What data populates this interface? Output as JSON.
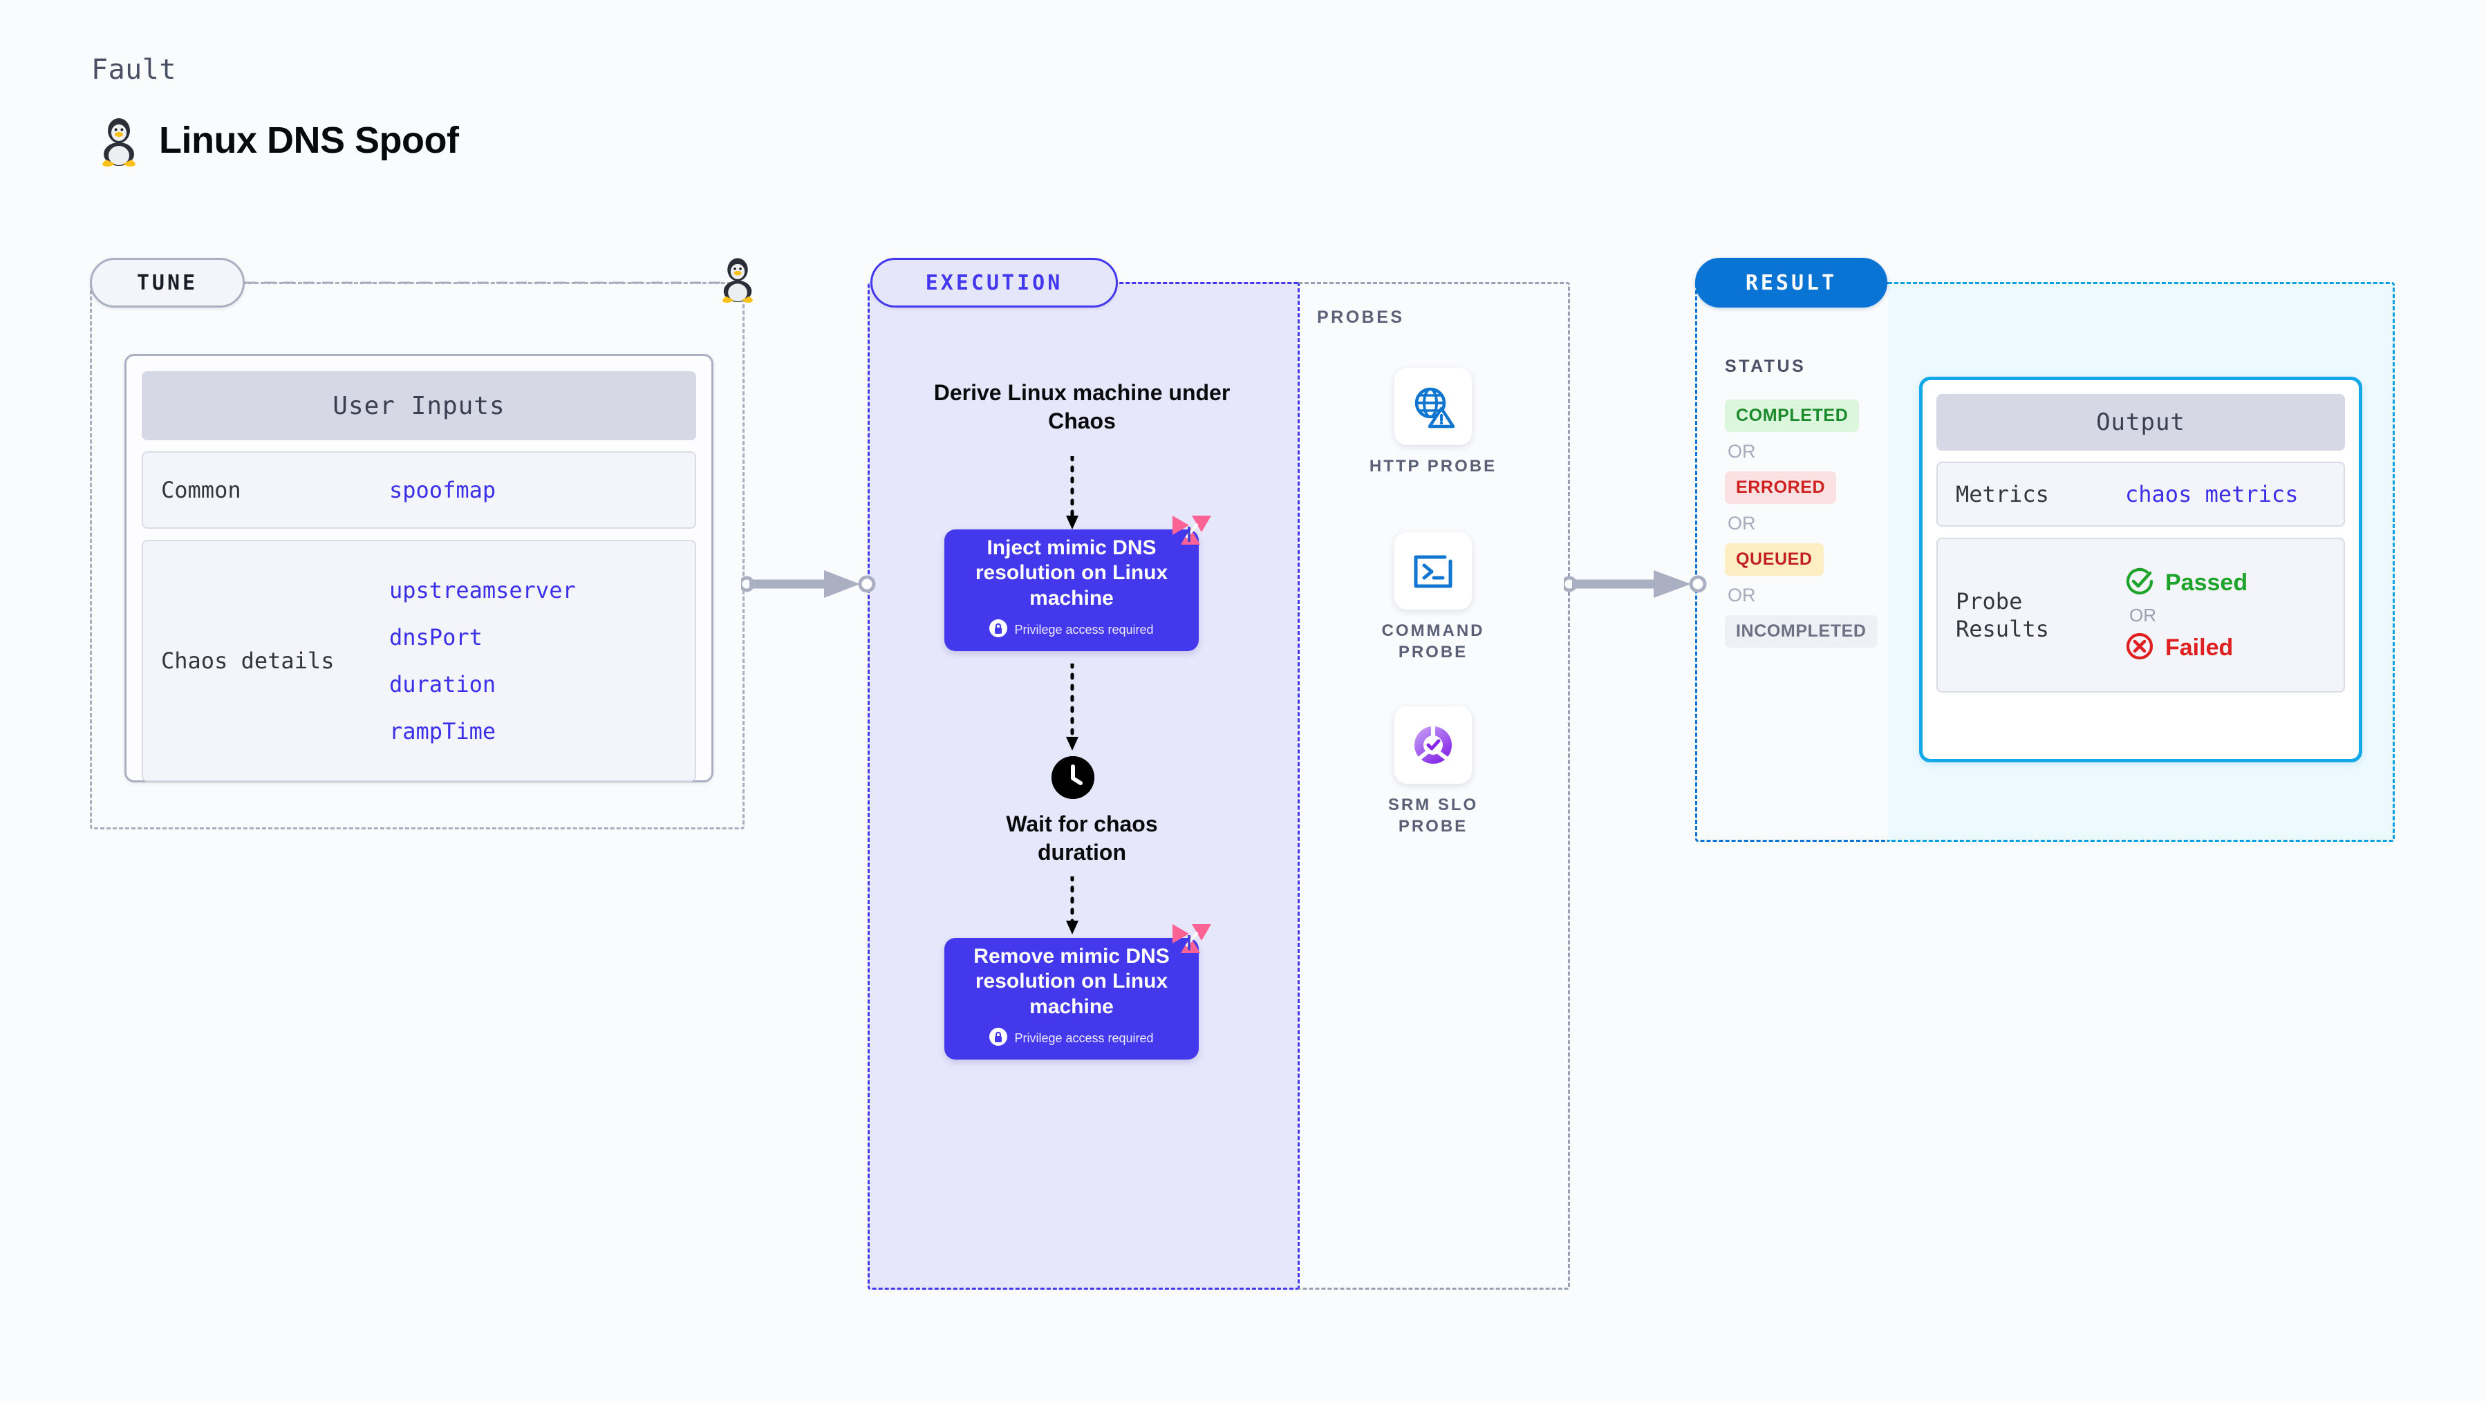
{
  "header": {
    "eyebrow": "Fault",
    "title": "Linux DNS Spoof",
    "icon": "tux-penguin-icon"
  },
  "tune": {
    "pill_label": "TUNE",
    "card_header": "User Inputs",
    "rows": [
      {
        "key": "Common",
        "values": [
          "spoofmap"
        ]
      },
      {
        "key": "Chaos details",
        "values": [
          "upstreamserver",
          "dnsPort",
          "duration",
          "rampTime"
        ]
      }
    ]
  },
  "execution": {
    "pill_label": "EXECUTION",
    "step_derive": "Derive Linux machine under Chaos",
    "step_wait": "Wait for chaos duration",
    "actions": [
      {
        "title": "Inject mimic DNS resolution on Linux machine",
        "note": "Privilege access required"
      },
      {
        "title": "Remove mimic DNS resolution on Linux machine",
        "note": "Privilege access required"
      }
    ]
  },
  "probes": {
    "label": "PROBES",
    "items": [
      {
        "label": "HTTP PROBE",
        "icon": "globe-warning-icon"
      },
      {
        "label": "COMMAND PROBE",
        "icon": "terminal-icon"
      },
      {
        "label": "SRM SLO PROBE",
        "icon": "slo-donut-check-icon"
      }
    ]
  },
  "result": {
    "pill_label": "RESULT",
    "status_label": "STATUS",
    "or_label": "OR",
    "statuses": [
      {
        "label": "COMPLETED",
        "style": "b-completed"
      },
      {
        "label": "ERRORED",
        "style": "b-errored"
      },
      {
        "label": "QUEUED",
        "style": "b-queued"
      },
      {
        "label": "INCOMPLETED",
        "style": "b-incompleted"
      }
    ]
  },
  "output": {
    "card_header": "Output",
    "metrics_key": "Metrics",
    "metrics_value": "chaos metrics",
    "probe_key": "Probe Results",
    "probe_pass": "Passed",
    "probe_fail": "Failed",
    "or_label": "OR"
  },
  "colors": {
    "accent_indigo": "#4338ec",
    "accent_blue": "#0a74d4",
    "accent_cyan": "#13a8e8",
    "mono_value": "#3b30e8",
    "status_green": "#1b8a2a",
    "status_red": "#cf2020",
    "status_amber": "#c22020",
    "litmus_pink": "#fb6394"
  }
}
